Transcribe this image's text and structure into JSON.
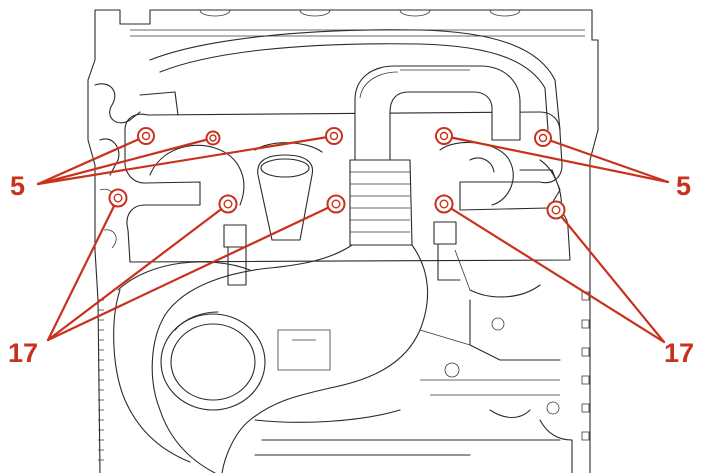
{
  "callouts": {
    "left_upper": "5",
    "right_upper": "5",
    "left_lower": "17",
    "right_lower": "17"
  },
  "colors": {
    "callout": "#c8321c",
    "linework": "#2a2a2a",
    "background": "#ffffff"
  }
}
